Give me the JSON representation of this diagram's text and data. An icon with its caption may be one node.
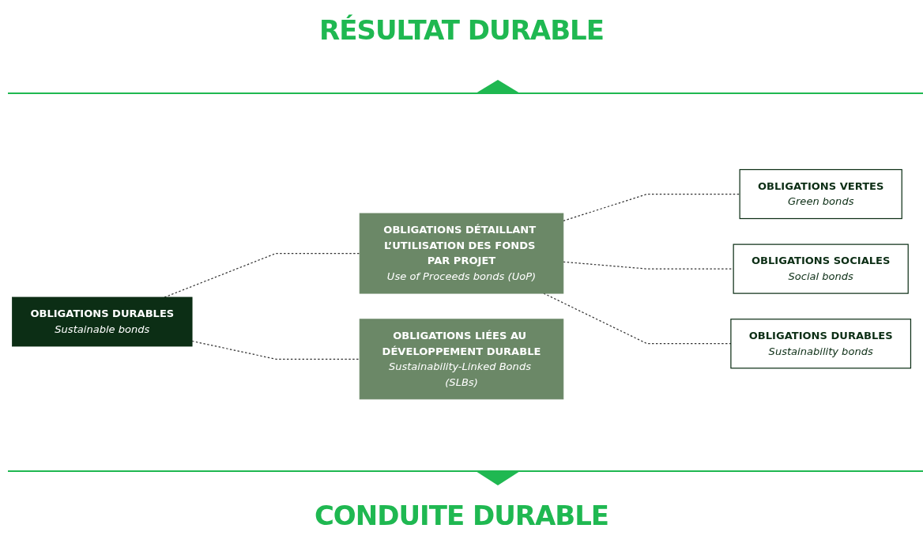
{
  "diagram": {
    "nodes": [
      {
        "text": [
          "OBLIGATIONS DURABLES",
          "Sustainable bonds"
        ]
      },
      {
        "text": [
          "OBLIGATIONS DÉTAILLANT L’UTILISATION DES FONDS PAR PROJET",
          "Use of Proceeds bonds (UoP)"
        ]
      },
      {
        "text": [
          "OBLIGATIONS LIÉES AU DÉVELOPPEMENT DURABLE",
          "Sustainability-Linked Bonds (SLBs)"
        ]
      },
      {
        "text": [
          "OBLIGATIONS VERTES",
          "Green bonds"
        ]
      },
      {
        "text": [
          "OBLIGATIONS SOCIALES",
          "Social bonds"
        ]
      },
      {
        "text": [
          "OBLIGATIONS DURABLES",
          "Sustainability bonds"
        ]
      }
    ],
    "edges": [
      {
        "from": 0,
        "to": 1,
        "arrow": "none",
        "style": "dashed"
      },
      {
        "from": 0,
        "to": 2,
        "arrow": "none",
        "style": "dashed"
      },
      {
        "from": 1,
        "to": 3,
        "arrow": "none",
        "style": "dashed"
      },
      {
        "from": 1,
        "to": 4,
        "arrow": "none",
        "style": "dashed"
      },
      {
        "from": 1,
        "to": 5,
        "arrow": "none",
        "style": "dashed"
      }
    ],
    "labels": [
      "RÉSULTAT DURABLE",
      "CONDUITE DURABLE"
    ]
  }
}
